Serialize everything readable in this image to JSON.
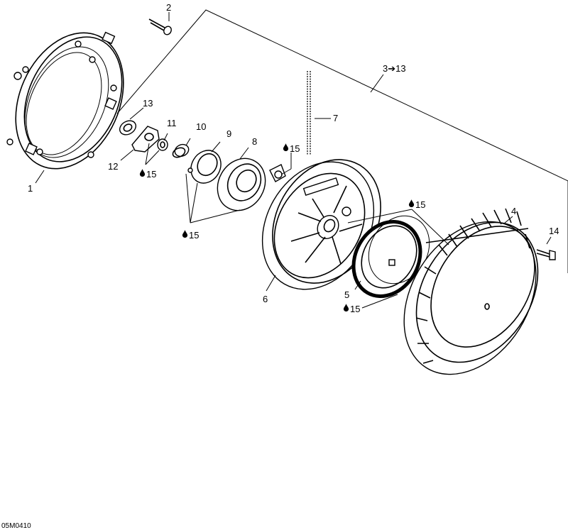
{
  "drawing_code": "05M0410",
  "callouts": {
    "p1": "1",
    "p2": "2",
    "p3": "3➔13",
    "p4": "4",
    "p5": "5",
    "p6": "6",
    "p7": "7",
    "p8": "8",
    "p9": "9",
    "p10": "10",
    "p11": "11",
    "p12": "12",
    "p13": "13",
    "p14": "14",
    "lube": "15"
  },
  "icons": {
    "lube_symbol": "oil-drop-icon"
  }
}
